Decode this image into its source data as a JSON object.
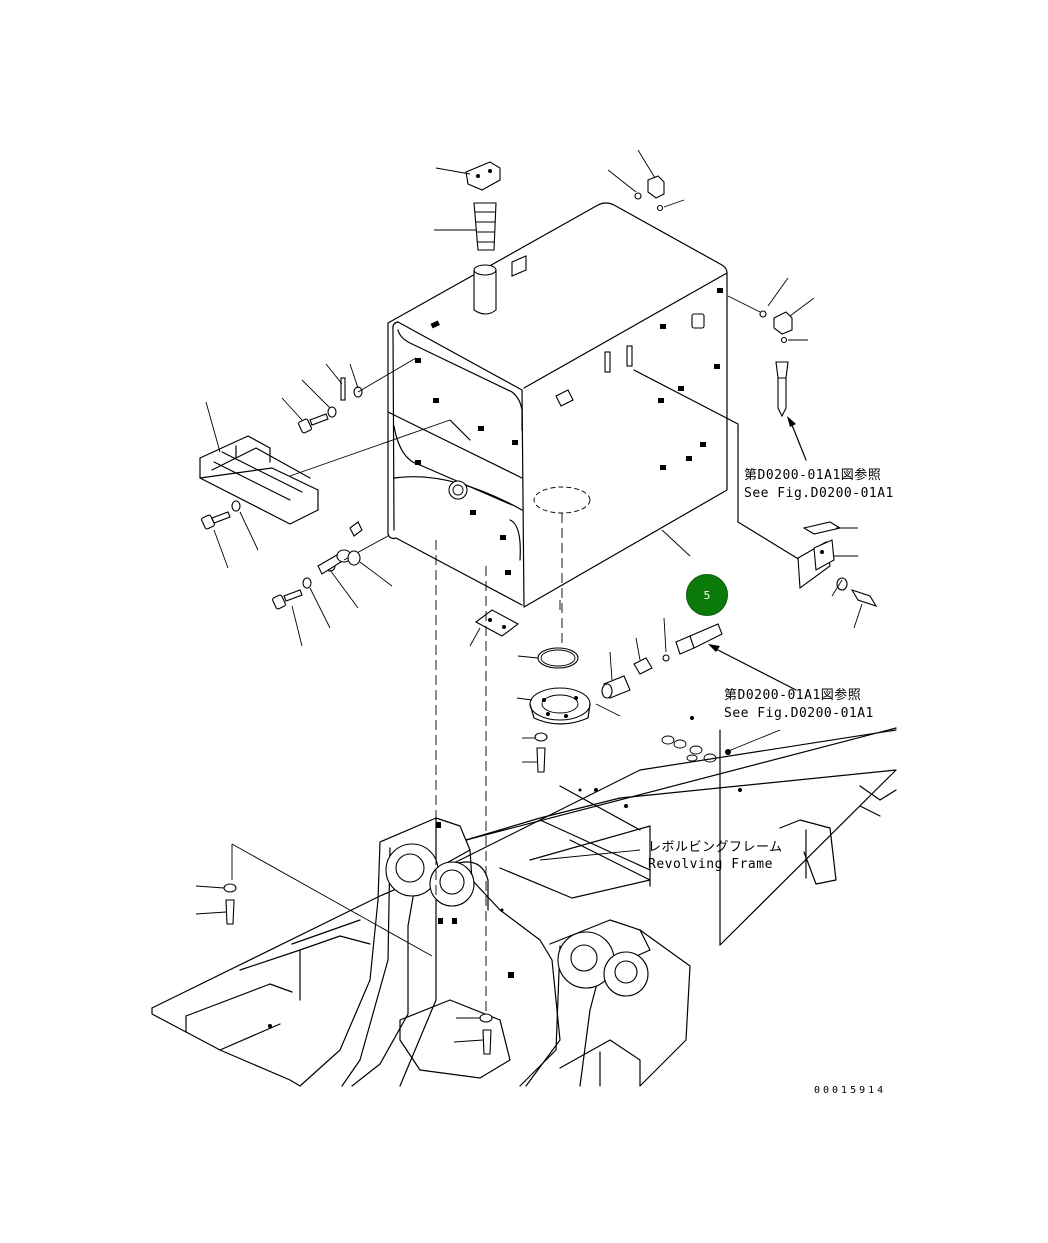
{
  "references": {
    "upper": {
      "line_jp": "第D0200-01A1図参照",
      "line_en": "See Fig.D0200-01A1"
    },
    "lower": {
      "line_jp": "第D0200-01A1図参照",
      "line_en": "See Fig.D0200-01A1"
    }
  },
  "frame_label": {
    "line_jp": "レボルビングフレーム",
    "line_en": "Revolving Frame"
  },
  "callout": {
    "number": "5",
    "color": "#0b7a0b"
  },
  "figure_number": "00015914"
}
